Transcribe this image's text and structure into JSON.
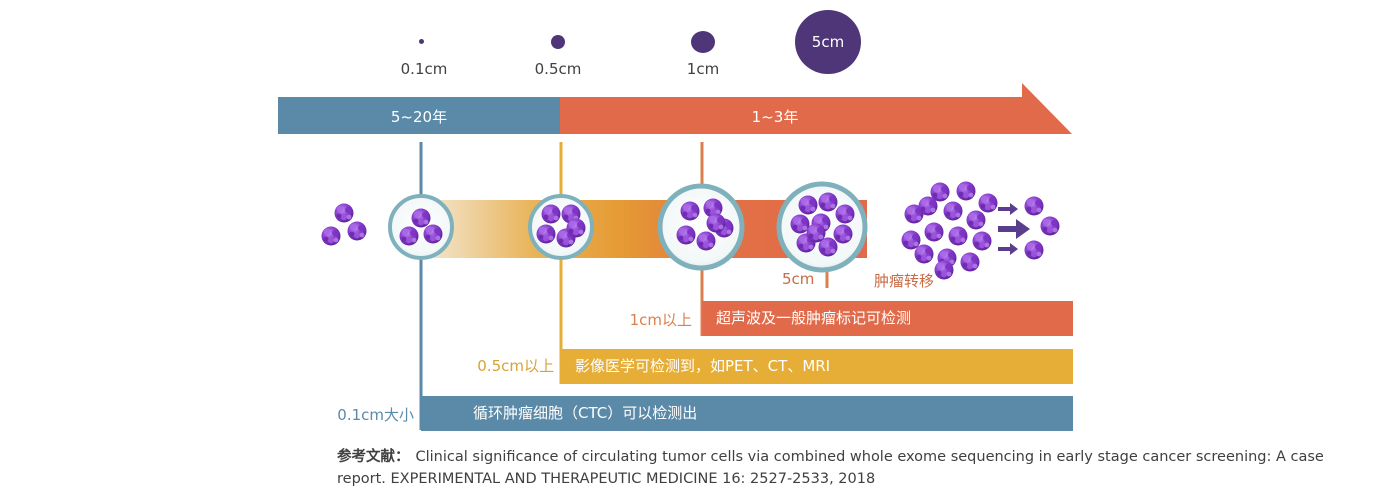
{
  "sizes": {
    "s01": "0.1cm",
    "s05": "0.5cm",
    "s1": "1cm",
    "s5": "5cm"
  },
  "timeline": {
    "early": "5~20年",
    "late": "1~3年"
  },
  "growth": {
    "size_5cm": "5cm",
    "metastasis": "肿瘤转移"
  },
  "detection": {
    "level_1cm": "1cm以上",
    "level_1cm_desc": "超声波及一般肿瘤标记可检测",
    "level_05cm": "0.5cm以上",
    "level_05cm_desc": "影像医学可检测到，如PET、CT、MRI",
    "level_01cm": "0.1cm大小",
    "level_01cm_desc": "循环肿瘤细胞（CTC）可以检测出"
  },
  "reference": {
    "prefix": "参考文献：",
    "text": "Clinical significance of circulating tumor cells via combined whole exome sequencing in early stage cancer screening: A case report. EXPERIMENTAL AND THERAPEUTIC MEDICINE 16: 2527-2533, 2018"
  },
  "colors": {
    "blue": "#5b8aa8",
    "orange": "#e06a4a",
    "yellow": "#e6ae36",
    "purple_dot": "#4e3679",
    "cell": "#8a3fd0"
  }
}
